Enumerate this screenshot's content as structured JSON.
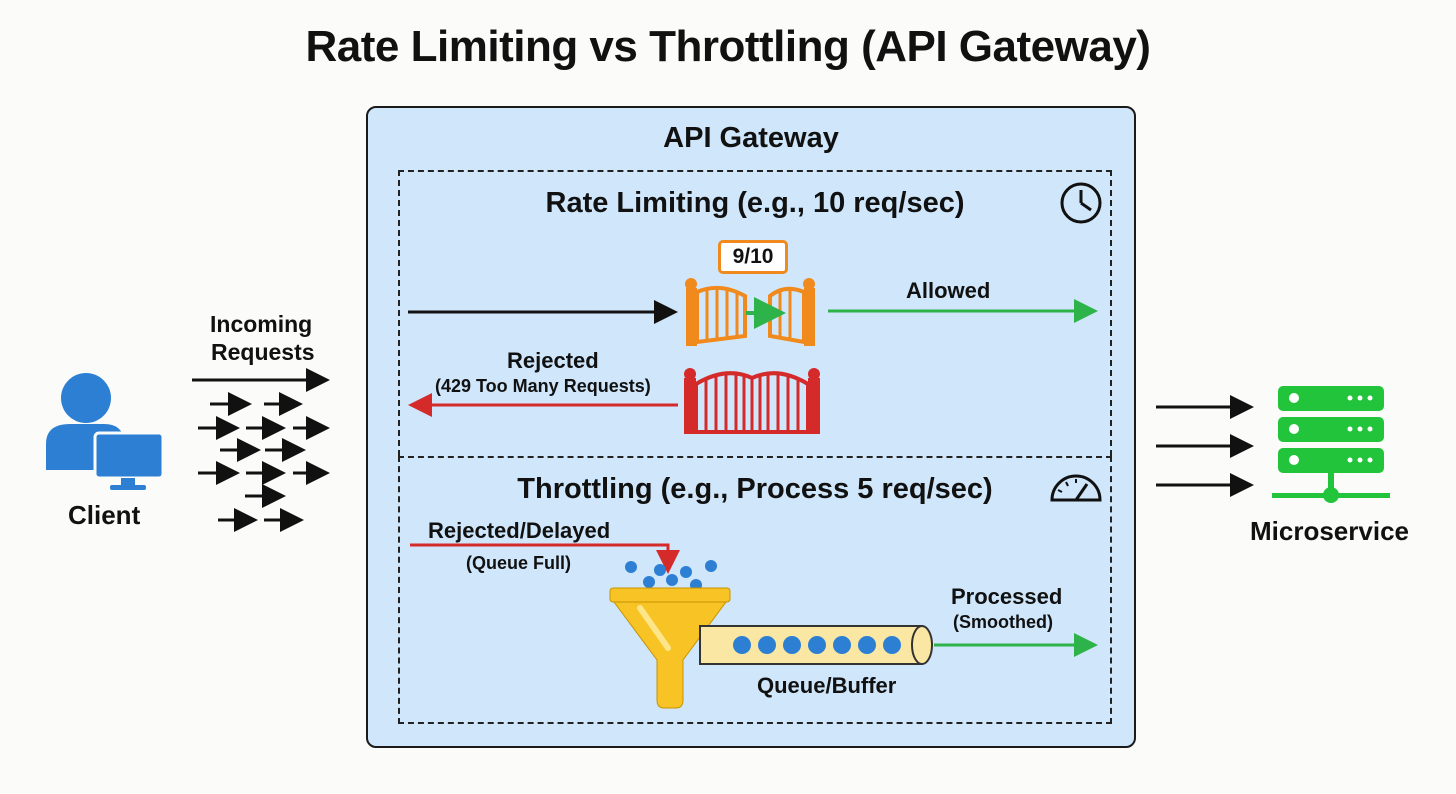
{
  "title": "Rate Limiting vs Throttling (API Gateway)",
  "client": {
    "label": "Client"
  },
  "incoming": {
    "line1": "Incoming",
    "line2": "Requests"
  },
  "gateway": {
    "title": "API Gateway"
  },
  "rate_limiting": {
    "title": "Rate Limiting (e.g., 10 req/sec)",
    "counter": "9/10",
    "allowed": "Allowed",
    "rejected": "Rejected",
    "rejected_detail": "(429 Too Many Requests)"
  },
  "throttling": {
    "title": "Throttling (e.g., Process 5 req/sec)",
    "rejected": "Rejected/Delayed",
    "rejected_detail": "(Queue Full)",
    "queue": "Queue/Buffer",
    "processed": "Processed",
    "processed_detail": "(Smoothed)"
  },
  "microservice": {
    "label": "Microservice"
  },
  "colors": {
    "allowed": "#2db34a",
    "rejected": "#d42a2a",
    "gate_open": "#f08a1c",
    "client": "#2d7fd3",
    "server": "#21c43a",
    "funnel": "#f7c325",
    "gateway_bg": "#cfe6fb"
  },
  "icons": [
    "user-icon",
    "monitor-icon",
    "clock-icon",
    "speedometer-icon",
    "gate-open-icon",
    "gate-closed-icon",
    "funnel-icon",
    "server-icon"
  ]
}
